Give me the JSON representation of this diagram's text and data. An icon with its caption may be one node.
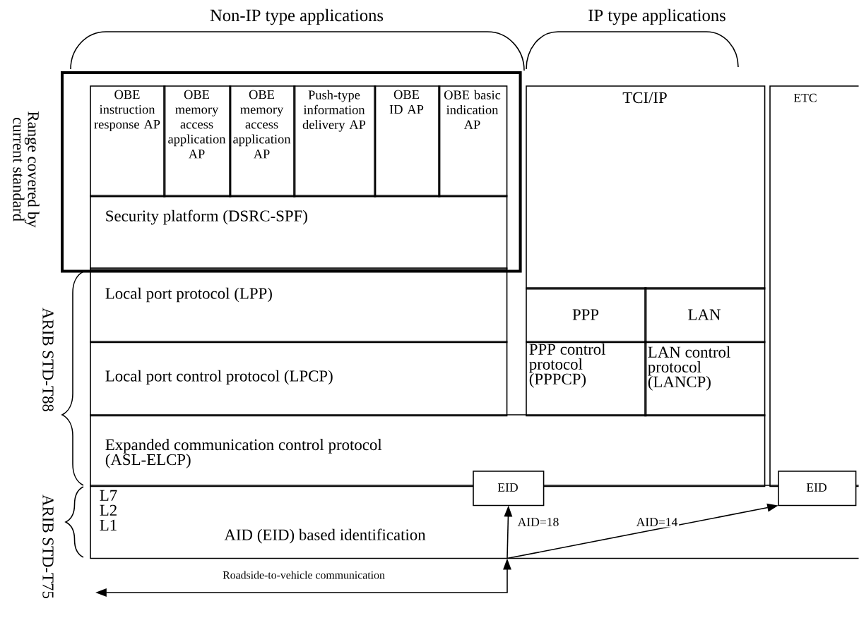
{
  "diagram": {
    "nodes": [
      {
        "text": [
          "Range covered by current standard"
        ]
      },
      {
        "text": [
          "OBE instruction response AP"
        ],
        "in": 0
      },
      {
        "text": [
          "OBE memory access application AP"
        ],
        "in": 0
      },
      {
        "text": [
          "OBE memory access application AP"
        ],
        "in": 0
      },
      {
        "text": [
          "Push-type information delivery AP"
        ],
        "in": 0
      },
      {
        "text": [
          "OBE ID AP"
        ],
        "in": 0
      },
      {
        "text": [
          "OBE basic indication AP"
        ],
        "in": 0
      },
      {
        "text": [
          "Security platform (DSRC-SPF)"
        ],
        "in": 0
      },
      {
        "text": [
          "TCI/IP"
        ]
      },
      {
        "text": [
          "PPP"
        ]
      },
      {
        "text": [
          "LAN"
        ]
      },
      {
        "text": [
          "PPP control protocol (PPPCP)"
        ]
      },
      {
        "text": [
          "LAN control protocol (LANCP)"
        ]
      },
      {
        "text": [
          "ETC"
        ]
      },
      {
        "text": [
          "Local port protocol (LPP)"
        ]
      },
      {
        "text": [
          "Local port control protocol (LPCP)"
        ]
      },
      {
        "text": [
          "Expanded communication control protocol (ASL-ELCP)"
        ]
      },
      {
        "text": [
          "L7 L2 L1",
          "AID (EID) based identification"
        ]
      },
      {
        "text": [
          "EID"
        ]
      },
      {
        "text": [
          "EID"
        ]
      }
    ],
    "edges": [
      {
        "from": 17,
        "to": 18,
        "arrow": "to",
        "label": "AID=18"
      },
      {
        "from": 17,
        "to": 19,
        "arrow": "to",
        "label": "AID=14"
      },
      {
        "from": null,
        "to": 17,
        "arrow": "both",
        "label": "Roadside-to-vehicle communication"
      }
    ],
    "labels": [
      "Non-IP type applications",
      "IP type applications",
      "ARIB STD-T88",
      "ARIB STD-T75"
    ]
  }
}
